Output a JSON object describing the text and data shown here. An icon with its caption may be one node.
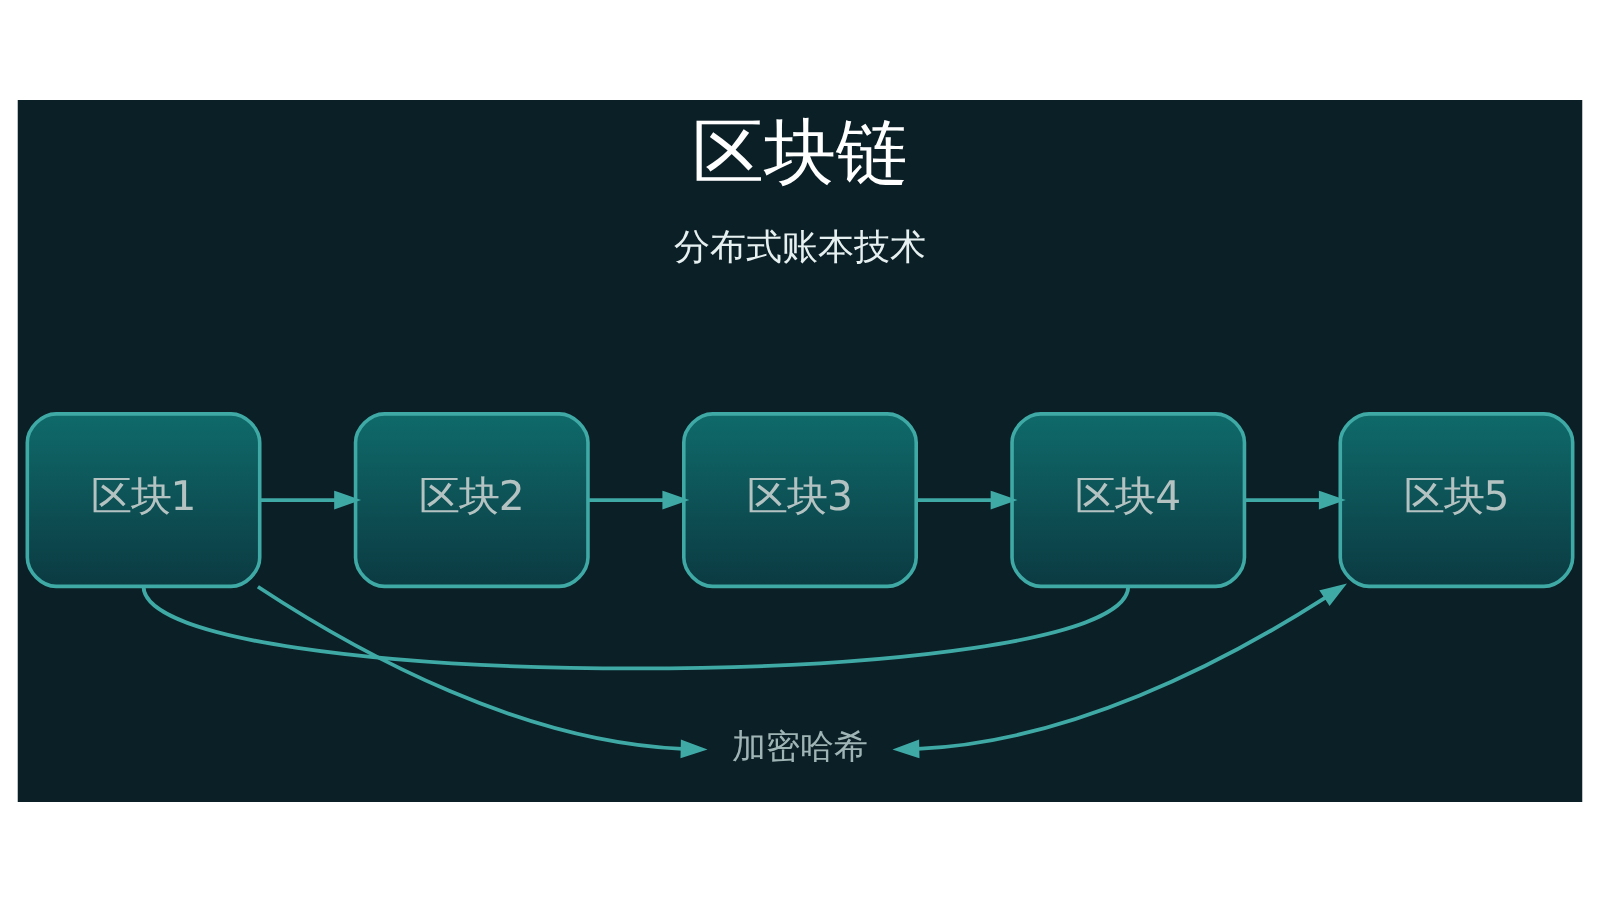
{
  "diagram": {
    "title": "区块链",
    "nodes": [
      {
        "text": [
          "区块1"
        ]
      },
      {
        "text": [
          "区块2"
        ]
      },
      {
        "text": [
          "区块3"
        ]
      },
      {
        "text": [
          "区块4"
        ]
      },
      {
        "text": [
          "区块5"
        ]
      },
      {
        "text": [
          "加密哈希"
        ]
      }
    ],
    "edges": [
      {
        "from": 0,
        "to": 1,
        "arrow": "to"
      },
      {
        "from": 1,
        "to": 2,
        "arrow": "to"
      },
      {
        "from": 2,
        "to": 3,
        "arrow": "to"
      },
      {
        "from": 3,
        "to": 4,
        "arrow": "to"
      },
      {
        "from": 0,
        "to": 3,
        "arrow": "none"
      },
      {
        "from": 0,
        "to": 5,
        "arrow": "to"
      },
      {
        "from": 4,
        "to": 5,
        "arrow": "both"
      }
    ],
    "labels": [
      "分布式账本技术"
    ]
  }
}
